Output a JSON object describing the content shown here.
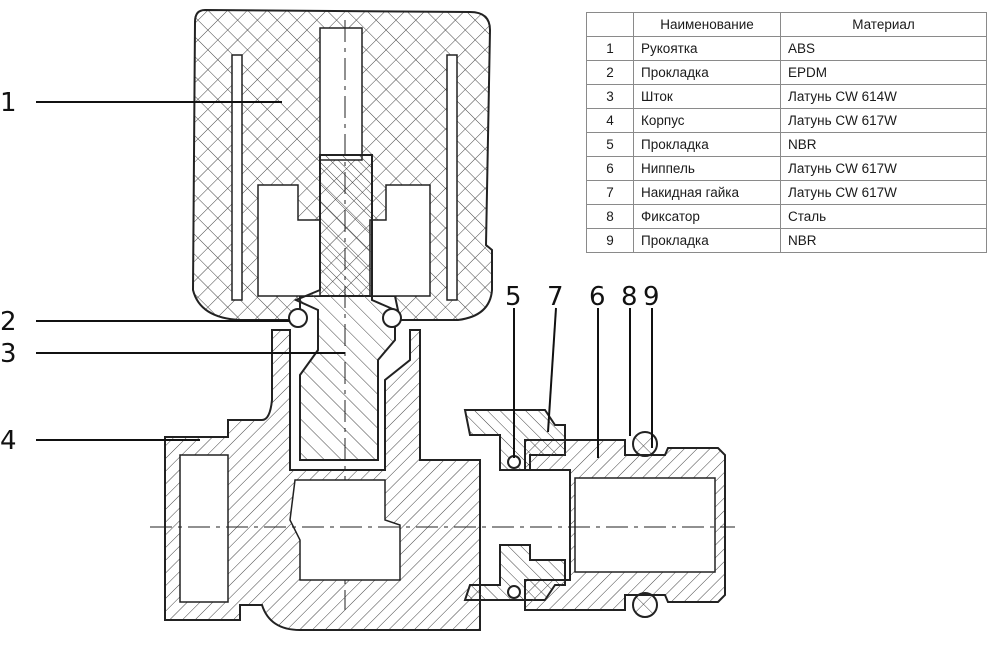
{
  "callouts": [
    "1",
    "2",
    "3",
    "4",
    "5",
    "7",
    "6",
    "8",
    "9"
  ],
  "table": {
    "headers": [
      "",
      "Наименование",
      "Материал"
    ],
    "rows": [
      {
        "n": "1",
        "name": "Рукоятка",
        "material": "ABS"
      },
      {
        "n": "2",
        "name": "Прокладка",
        "material": "EPDM"
      },
      {
        "n": "3",
        "name": "Шток",
        "material": "Латунь CW 614W"
      },
      {
        "n": "4",
        "name": "Корпус",
        "material": "Латунь CW 617W"
      },
      {
        "n": "5",
        "name": "Прокладка",
        "material": "NBR"
      },
      {
        "n": "6",
        "name": "Ниппель",
        "material": "Латунь CW 617W"
      },
      {
        "n": "7",
        "name": "Накидная гайка",
        "material": "Латунь CW 617W"
      },
      {
        "n": "8",
        "name": "Фиксатор",
        "material": "Сталь"
      },
      {
        "n": "9",
        "name": "Прокладка",
        "material": "NBR"
      }
    ]
  },
  "colors": {
    "line": "#222222",
    "hatch": "#444444",
    "table_border": "#8a8a8a"
  }
}
